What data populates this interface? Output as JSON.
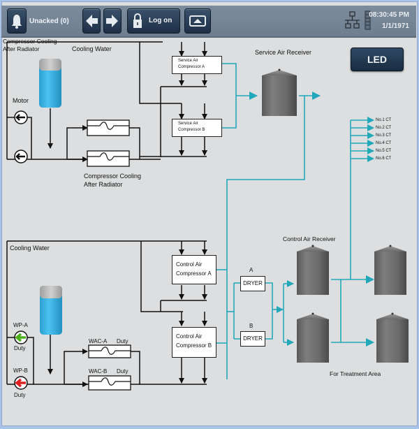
{
  "toolbar": {
    "alarm_label": "Unacked (0)",
    "logon_label": "Log on",
    "time": "08:30:45 PM",
    "date": "1/1/1971",
    "icons": [
      "bell-icon",
      "back-arrow-icon",
      "forward-arrow-icon",
      "lock-icon",
      "eject-icon",
      "network-icon",
      "server-icon"
    ]
  },
  "led_button": "LED",
  "top_section": {
    "title": "Cooling Water",
    "corner_label_line1": "Compressor Cooling",
    "corner_label_line2": "After Radiator",
    "motor_label": "Motor",
    "radiator_label_line1": "Compressor Cooling",
    "radiator_label_line2": "After Radiator",
    "service_air_compressor_a": [
      "Service Air",
      "Compressor A"
    ],
    "service_air_compressor_b": [
      "Service Air",
      "Compressor B"
    ],
    "service_air_receiver": "Service Air Receiver",
    "ct_outputs": [
      "No.1 CT",
      "No.2 CT",
      "No.3 CT",
      "No.4 CT",
      "No.5 CT",
      "No.6 CT"
    ]
  },
  "bottom_section": {
    "title": "Cooling Water",
    "pump_a": {
      "name": "WP-A",
      "status": "Duty",
      "color": "#4caf1c"
    },
    "pump_b": {
      "name": "WP-B",
      "status": "Duty",
      "color": "#e02020"
    },
    "wac_a": {
      "name": "WAC-A",
      "status": "Duty"
    },
    "wac_b": {
      "name": "WAC-B",
      "status": "Duty"
    },
    "control_air_compressor_a": [
      "Control Air",
      "Compressor A"
    ],
    "control_air_compressor_b": [
      "Control Air",
      "Compressor B"
    ],
    "dryer_a": {
      "tag": "A",
      "label": "DRYER"
    },
    "dryer_b": {
      "tag": "B",
      "label": "DRYER"
    },
    "control_air_receiver": "Control Air Receiver",
    "treatment_area": "For Treatment Area"
  },
  "colors": {
    "pipe": "#1a1a1a",
    "air_pipe": "#1f9fb0",
    "water": "#3fb3e4",
    "toolbar": "#74869a"
  }
}
